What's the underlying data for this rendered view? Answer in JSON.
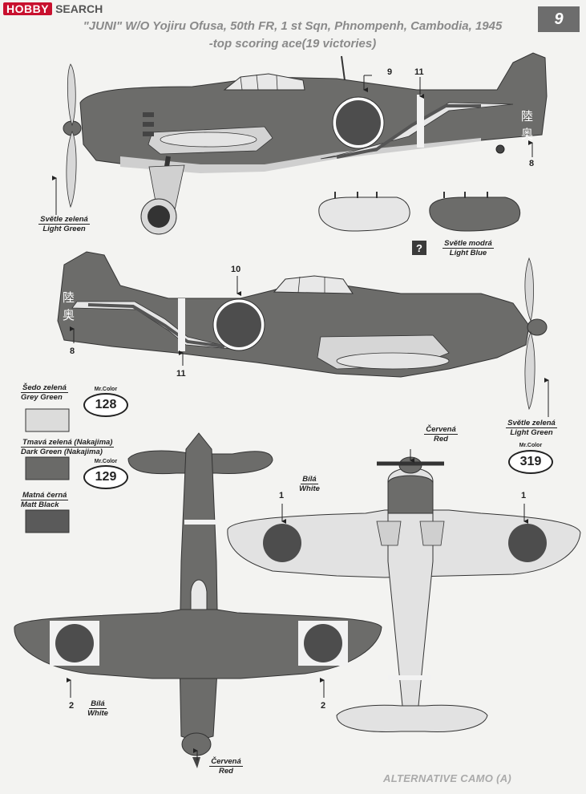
{
  "header": {
    "logo_brand": "HOBBY",
    "logo_word": "SEARCH",
    "page_number": "9"
  },
  "title": {
    "line1": "\"JUNI\" W/O Yojiru Ofusa, 50th FR, 1 st Sqn, Phnompenh, Cambodia, 1945",
    "line2": "-top scoring ace(19 victories)"
  },
  "callouts": {
    "top_9": "9",
    "top_11": "11",
    "top_8": "8",
    "mid_10": "10",
    "mid_8": "8",
    "mid_11": "11",
    "bottom_1a": "1",
    "bottom_1b": "1",
    "bottom_2a": "2",
    "bottom_2b": "2"
  },
  "labels": {
    "light_green_cz": "Světle zelená",
    "light_green_en": "Light Green",
    "light_blue_cz": "Světle modrá",
    "light_blue_en": "Light Blue",
    "question_mark": "?",
    "red_cz": "Červená",
    "red_en": "Red",
    "white_cz": "Bílá",
    "white_en": "White",
    "red2_cz": "Červená",
    "red2_en": "Red",
    "white2_cz": "Bílá",
    "white2_en": "White",
    "light_green2_cz": "Světle zelená",
    "light_green2_en": "Light Green",
    "tail_kanji": "陸奥"
  },
  "legend": {
    "grey_green_cz": "Šedo zelená",
    "grey_green_en": "Grey Green",
    "grey_green_mr": "Mr.Color",
    "grey_green_code": "128",
    "dark_green_cz": "Tmavá zelená (Nakajima)",
    "dark_green_en": "Dark Green (Nakajima)",
    "dark_green_mr": "Mr.Color",
    "dark_green_code": "129",
    "matt_black_cz": "Matná černá",
    "matt_black_en": "Matt Black",
    "light_green_mr": "Mr.Color",
    "light_green_code": "319"
  },
  "footer": {
    "alt_camo": "ALTERNATIVE CAMO (A)"
  },
  "colors": {
    "dark_green": "#6a6a68",
    "grey_green": "#dcdcdb",
    "matt_black": "#5a5a5a",
    "hinomaru": "#4d4d4d",
    "light_blue": "#d6d6d6"
  }
}
